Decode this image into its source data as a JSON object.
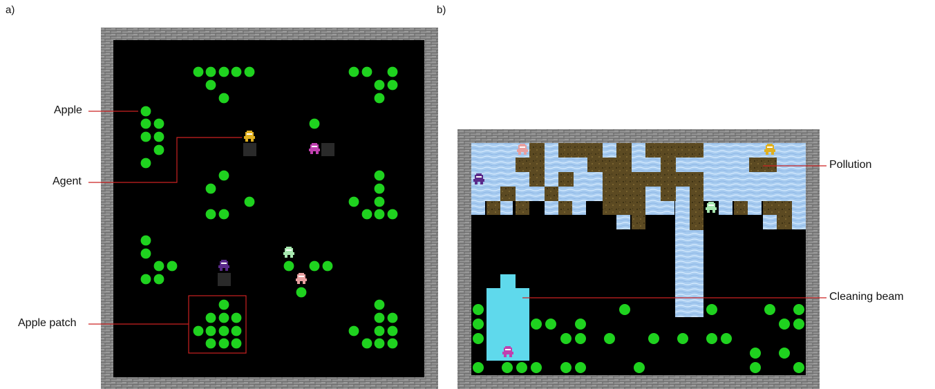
{
  "panels": [
    {
      "label": "a)"
    },
    {
      "label": "b)"
    }
  ],
  "annotations": {
    "apple": "Apple",
    "agent": "Agent",
    "apple_patch": "Apple patch",
    "pollution": "Pollution",
    "cleaning_beam": "Cleaning beam"
  },
  "colors": {
    "wall": "#8c8c8c",
    "floor": "#000000",
    "apple": "#1fd21f",
    "water": "#a9cdf2",
    "pollution": "#5d4a23",
    "beam": "#5fd9ec",
    "callout_line": "#cc2222",
    "agents": [
      "#e0b020",
      "#c040b0",
      "#5a2a8a",
      "#a8e8b0",
      "#e8a0a0"
    ]
  },
  "icons": [
    "agent-sprite-icon",
    "apple-icon",
    "brick-wall-icon"
  ]
}
